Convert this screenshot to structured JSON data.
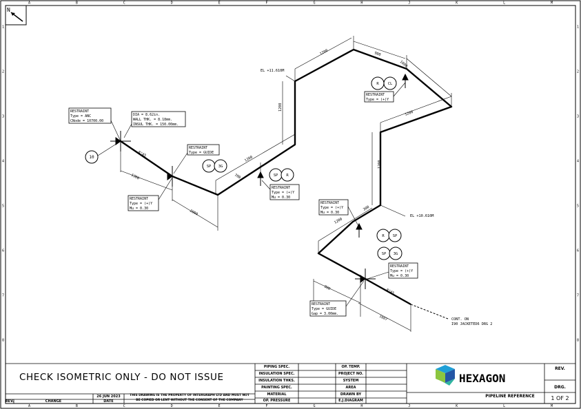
{
  "frame": {
    "col_letters": [
      "A",
      "B",
      "C",
      "D",
      "E",
      "F",
      "G",
      "H",
      "J",
      "K",
      "L",
      "M"
    ],
    "row_numbers": [
      "1",
      "2",
      "3",
      "4",
      "5",
      "6",
      "7",
      "8"
    ]
  },
  "north_arrow": {
    "label": "N"
  },
  "labels": {
    "el_top": "EL +11.610M",
    "el_right": "EL +10.610M",
    "cont": "CONT. ON",
    "cont_ref": "I90 JACKETED6 DRG 2",
    "line_no": "10",
    "dir_45_top": "8°45",
    "dir_45_bottom": "8°45"
  },
  "dimensions": {
    "d1200_top": "1200",
    "d900": "900",
    "d1800": "1800",
    "d1200_vert_left": "1200",
    "d1200_diag_right": "1200",
    "d1200_vert_right": "1200",
    "d1200_mid": "1200",
    "d700": "700",
    "d1300": "1300",
    "d2000": "2000",
    "d1200_lower": "1200",
    "d300": "300",
    "d900_lower": "900",
    "d1607": "1607"
  },
  "bubbles": {
    "sp1": "SP",
    "sg1": "3G",
    "sp2": "SP",
    "r2": "R",
    "r3": "R",
    "cl3": "CL",
    "r4": "R",
    "sp4": "SP",
    "sp5": "SP",
    "sg5": "3G"
  },
  "tags": {
    "anc": [
      "RESTRAINT",
      "Type = ANC",
      "CNode = 10700.00"
    ],
    "props": [
      "DIA = 8.62in.",
      "WALL THK. = 8.18mm.",
      "INSUL THK. = 150.00mm."
    ],
    "guide1": [
      "RESTRAINT",
      "Type = GUIDE"
    ],
    "y1": [
      "RESTRAINT",
      "Type = (+)Y",
      "Mu = 0.30"
    ],
    "y2": [
      "RESTRAINT",
      "Type = (+)Y",
      "Mu = 0.30"
    ],
    "y3": [
      "RESTRAINT",
      "Type = (+)Y"
    ],
    "y4": [
      "RESTRAINT",
      "Type = (+)Y",
      "Mu = 0.30"
    ],
    "y5": [
      "RESTRAINT",
      "Type = (+)Y",
      "Mu = 0.30"
    ],
    "guide2": [
      "RESTRAINT",
      "Type = GUIDE",
      "Gap = 3.00mm."
    ]
  },
  "title_block": {
    "issue_text": "CHECK ISOMETRIC ONLY - DO NOT ISSUE",
    "date": "26 JUN 2023",
    "rev_label": "REV.",
    "change_label": "CHANGE",
    "date_label": "DATE",
    "notice_1": "THIS DRAWING IS THE PROPERTY OF INTERGRAPH LTD AND MUST NOT",
    "notice_2": "BE COPIED OR LENT WITHOUT THE CONSENT OF THE COMPANY",
    "spec_labels": [
      "PIPING SPEC.",
      "INSULATION SPEC.",
      "INSULATION THKS.",
      "PAINTING SPEC.",
      "MATERIAL",
      "OP. PRESSURE"
    ],
    "right_labels": [
      "OP. TEMP.",
      "PROJECT NO.",
      "SYSTEM",
      "AREA",
      "DRAWN BY",
      "E.J.DIAGRAM"
    ],
    "logo_text": "HEXAGON",
    "pipeline_ref": "PIPELINE REFERENCE",
    "rev_head": "REV.",
    "drg_head": "DRG.",
    "sheet": "1 OF 2",
    "accent_colors": [
      "#1f9fd6",
      "#8cc63f",
      "#2456a5",
      "#30b5a0"
    ]
  }
}
